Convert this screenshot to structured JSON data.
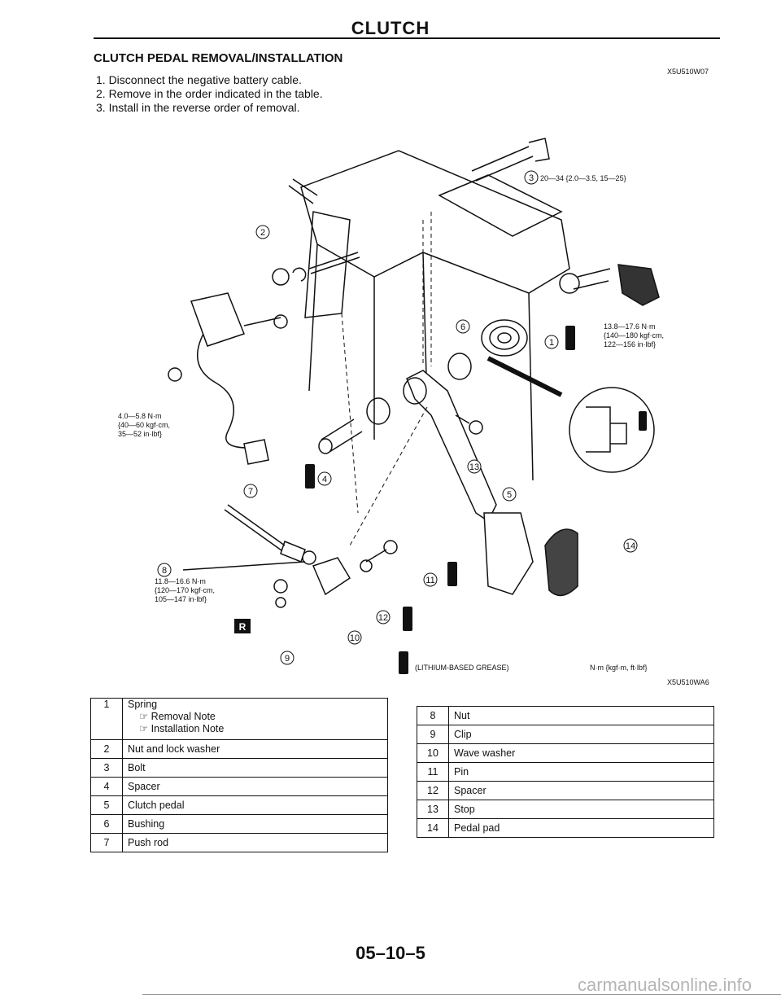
{
  "header": {
    "title": "CLUTCH"
  },
  "section": {
    "title": "CLUTCH PEDAL REMOVAL/INSTALLATION",
    "code": "X5U510W07"
  },
  "steps": [
    "1. Disconnect the negative battery cable.",
    "2. Remove in the order indicated in the table.",
    "3. Install in the reverse order of removal."
  ],
  "diagram": {
    "callouts": [
      "1",
      "2",
      "3",
      "4",
      "5",
      "6",
      "7",
      "8",
      "9",
      "10",
      "11",
      "12",
      "13",
      "14"
    ],
    "torque_bolt": "20—34 {2.0—3.5, 15—25}",
    "torque_switch": [
      "13.8—17.6 N·m",
      "{140—180 kgf·cm,",
      "122—156 in·lbf}"
    ],
    "torque_nut_left": [
      "4.0—5.8 N·m",
      "{40—60 kgf·cm,",
      "35—52 in·lbf}"
    ],
    "torque_nut_8": [
      "11.8—16.6 N·m",
      "{120—170 kgf·cm,",
      "105—147 in·lbf}"
    ],
    "grease_label": "(LITHIUM-BASED GREASE)",
    "units_label": "N·m {kgf·m, ft·lbf}",
    "replace_mark": "R",
    "figure_code": "X5U510WA6"
  },
  "table_left": [
    {
      "num": "1",
      "part": "Spring",
      "notes": [
        "☞ Removal Note",
        "☞ Installation Note"
      ]
    },
    {
      "num": "2",
      "part": "Nut and lock washer"
    },
    {
      "num": "3",
      "part": "Bolt"
    },
    {
      "num": "4",
      "part": "Spacer"
    },
    {
      "num": "5",
      "part": "Clutch pedal"
    },
    {
      "num": "6",
      "part": "Bushing"
    },
    {
      "num": "7",
      "part": "Push rod"
    }
  ],
  "table_right": [
    {
      "num": "8",
      "part": "Nut"
    },
    {
      "num": "9",
      "part": "Clip"
    },
    {
      "num": "10",
      "part": "Wave washer"
    },
    {
      "num": "11",
      "part": "Pin"
    },
    {
      "num": "12",
      "part": "Spacer"
    },
    {
      "num": "13",
      "part": "Stop"
    },
    {
      "num": "14",
      "part": "Pedal pad"
    }
  ],
  "footer": {
    "page_number": "05–10–5",
    "watermark": "carmanualsonline.info"
  }
}
